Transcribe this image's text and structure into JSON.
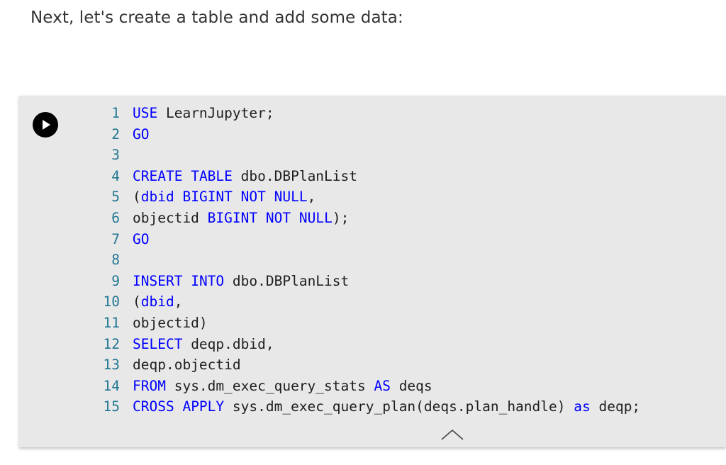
{
  "intro_text": "Next, let's create a table and add some data:",
  "cell": {
    "run_icon": "play-icon",
    "collapse_icon": "chevron-up-icon",
    "lines": [
      {
        "num": "1",
        "tokens": [
          {
            "t": "USE",
            "k": true
          },
          {
            "t": " LearnJupyter;",
            "k": false
          }
        ]
      },
      {
        "num": "2",
        "tokens": [
          {
            "t": "GO",
            "k": true
          }
        ]
      },
      {
        "num": "3",
        "tokens": []
      },
      {
        "num": "4",
        "tokens": [
          {
            "t": "CREATE",
            "k": true
          },
          {
            "t": " ",
            "k": false
          },
          {
            "t": "TABLE",
            "k": true
          },
          {
            "t": " dbo.DBPlanList",
            "k": false
          }
        ]
      },
      {
        "num": "5",
        "tokens": [
          {
            "t": "(",
            "k": false
          },
          {
            "t": "dbid",
            "k": true
          },
          {
            "t": " ",
            "k": false
          },
          {
            "t": "BIGINT",
            "k": true
          },
          {
            "t": " ",
            "k": false
          },
          {
            "t": "NOT",
            "k": true
          },
          {
            "t": " ",
            "k": false
          },
          {
            "t": "NULL",
            "k": true
          },
          {
            "t": ",",
            "k": false
          }
        ]
      },
      {
        "num": "6",
        "tokens": [
          {
            "t": "objectid ",
            "k": false
          },
          {
            "t": "BIGINT",
            "k": true
          },
          {
            "t": " ",
            "k": false
          },
          {
            "t": "NOT",
            "k": true
          },
          {
            "t": " ",
            "k": false
          },
          {
            "t": "NULL",
            "k": true
          },
          {
            "t": ");",
            "k": false
          }
        ]
      },
      {
        "num": "7",
        "tokens": [
          {
            "t": "GO",
            "k": true
          }
        ]
      },
      {
        "num": "8",
        "tokens": []
      },
      {
        "num": "9",
        "tokens": [
          {
            "t": "INSERT",
            "k": true
          },
          {
            "t": " ",
            "k": false
          },
          {
            "t": "INTO",
            "k": true
          },
          {
            "t": " dbo.DBPlanList",
            "k": false
          }
        ]
      },
      {
        "num": "10",
        "tokens": [
          {
            "t": "(",
            "k": false
          },
          {
            "t": "dbid",
            "k": true
          },
          {
            "t": ",",
            "k": false
          }
        ]
      },
      {
        "num": "11",
        "tokens": [
          {
            "t": "objectid)",
            "k": false
          }
        ]
      },
      {
        "num": "12",
        "tokens": [
          {
            "t": "SELECT",
            "k": true
          },
          {
            "t": " deqp.dbid,",
            "k": false
          }
        ]
      },
      {
        "num": "13",
        "tokens": [
          {
            "t": "deqp.objectid",
            "k": false
          }
        ]
      },
      {
        "num": "14",
        "tokens": [
          {
            "t": "FROM",
            "k": true
          },
          {
            "t": " sys.dm_exec_query_stats ",
            "k": false
          },
          {
            "t": "AS",
            "k": true
          },
          {
            "t": " deqs",
            "k": false
          }
        ]
      },
      {
        "num": "15",
        "tokens": [
          {
            "t": "CROSS",
            "k": true
          },
          {
            "t": " ",
            "k": false
          },
          {
            "t": "APPLY",
            "k": true
          },
          {
            "t": " sys.dm_exec_query_plan(deqs.plan_handle) ",
            "k": false
          },
          {
            "t": "as",
            "k": true
          },
          {
            "t": " deqp;",
            "k": false
          }
        ]
      }
    ]
  },
  "colors": {
    "keyword": "#0000ff",
    "line_number": "#237893",
    "text": "#1e1e1e",
    "cell_background": "#e8e8e8"
  }
}
